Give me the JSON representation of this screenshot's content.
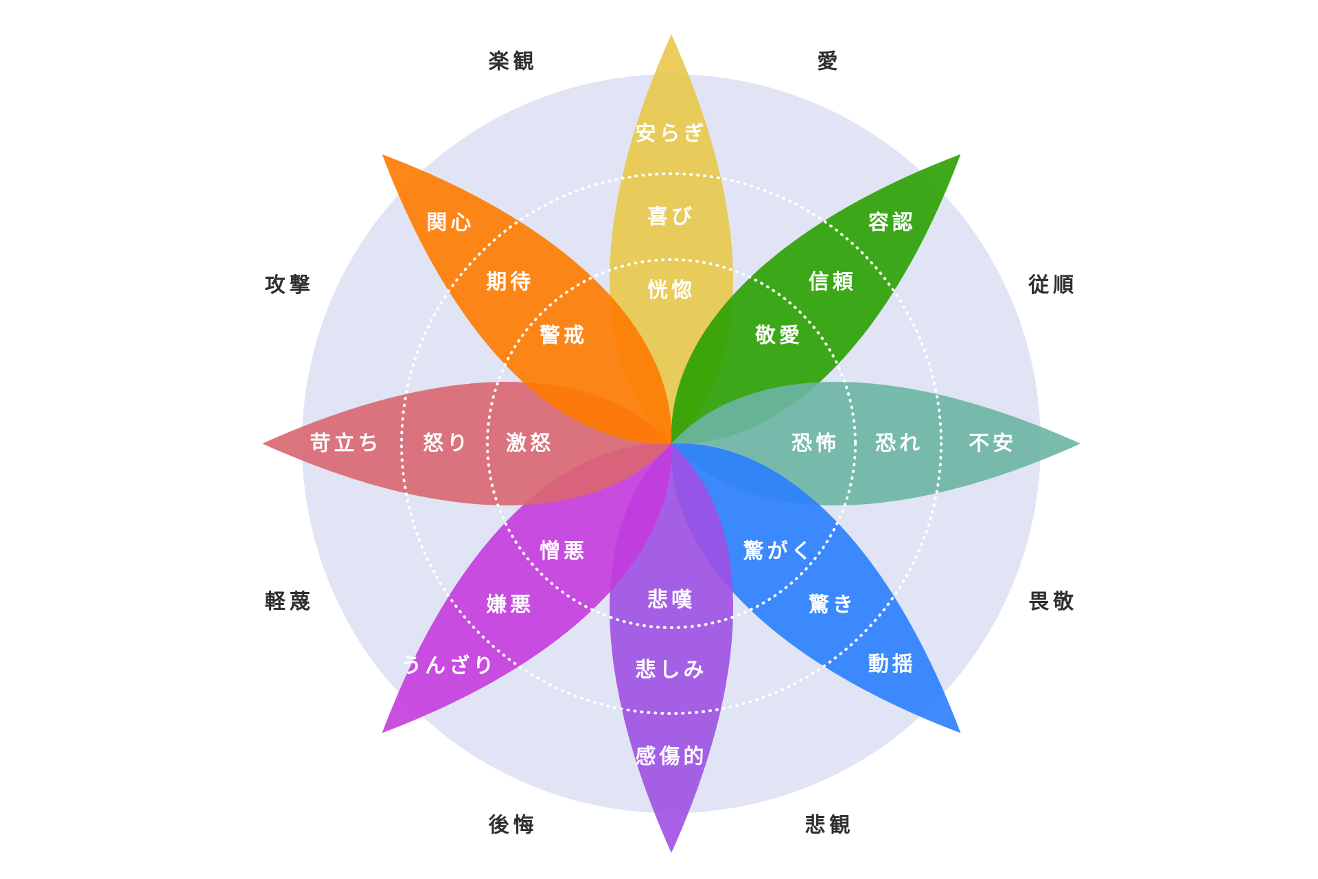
{
  "wheel": {
    "petals": [
      {
        "id": "joy",
        "color": "#E8C84A",
        "labels": [
          "安らぎ",
          "喜び",
          "恍惚"
        ]
      },
      {
        "id": "trust",
        "color": "#2AA000",
        "labels": [
          "容認",
          "信頼",
          "敬愛"
        ]
      },
      {
        "id": "fear",
        "color": "#6BB5A3",
        "labels": [
          "不安",
          "恐れ",
          "恐怖"
        ]
      },
      {
        "id": "surprise",
        "color": "#2A7EFF",
        "labels": [
          "動揺",
          "驚き",
          "驚がく"
        ]
      },
      {
        "id": "sadness",
        "color": "#9F50E3",
        "labels": [
          "感傷的",
          "悲しみ",
          "悲嘆"
        ]
      },
      {
        "id": "disgust",
        "color": "#C43BDD",
        "labels": [
          "うんざり",
          "嫌悪",
          "憎悪"
        ]
      },
      {
        "id": "anger",
        "color": "#D96670",
        "labels": [
          "苛立ち",
          "怒り",
          "激怒"
        ]
      },
      {
        "id": "anticipation",
        "color": "#FF7A00",
        "labels": [
          "関心",
          "期待",
          "警戒"
        ]
      }
    ],
    "dyads": [
      "愛",
      "従順",
      "畏敬",
      "悲観",
      "後悔",
      "軽蔑",
      "攻撃",
      "楽観"
    ],
    "background_color": "#E0E4F4"
  }
}
